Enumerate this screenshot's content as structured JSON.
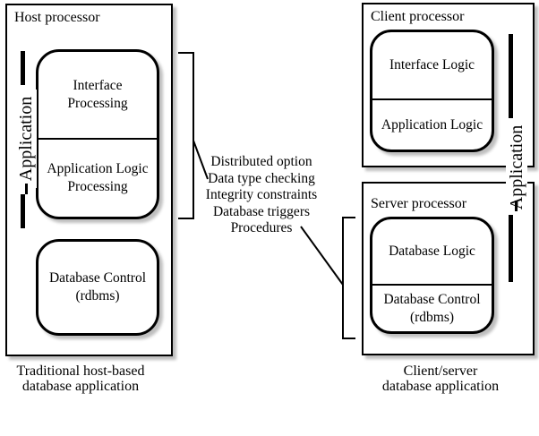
{
  "host": {
    "title": "Host processor",
    "side_label": "Application",
    "app_stack": [
      {
        "line1": "Interface",
        "line2": "Processing"
      },
      {
        "line1": "Application Logic",
        "line2": "Processing"
      }
    ],
    "db_box": {
      "label": "Database Control",
      "sub": "(rdbms)"
    },
    "caption": {
      "line1": "Traditional host-based",
      "line2": "database application"
    }
  },
  "client": {
    "title": "Client processor",
    "cells": [
      {
        "label": "Interface Logic"
      },
      {
        "label": "Application Logic"
      }
    ]
  },
  "server": {
    "title": "Server processor",
    "cells": [
      {
        "label": "Database Logic"
      },
      {
        "label": "Database Control",
        "sub": "(rdbms)"
      }
    ],
    "caption": {
      "line1": "Client/server",
      "line2": "database application"
    }
  },
  "right_group": {
    "side_label": "Application"
  },
  "annotation": {
    "lines": [
      "Distributed option",
      "Data type checking",
      "Integrity constraints",
      "Database triggers",
      "Procedures"
    ]
  },
  "colors": {
    "line": "#000000",
    "shadow": "#bfbfbf",
    "background": "#ffffff"
  }
}
